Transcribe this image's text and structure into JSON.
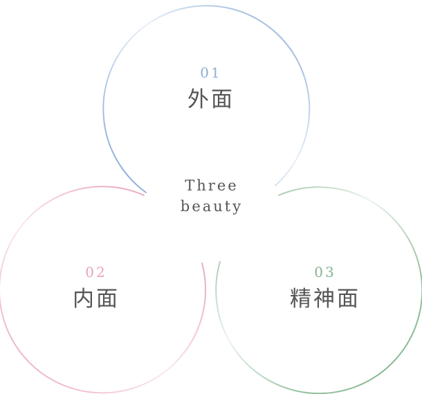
{
  "center": {
    "line1": "Three",
    "line2": "beauty"
  },
  "items": [
    {
      "number": "01",
      "name": "外面",
      "color": "#8aaed6"
    },
    {
      "number": "02",
      "name": "内面",
      "color": "#e8a3b8"
    },
    {
      "number": "03",
      "name": "精神面",
      "color": "#86b38f"
    }
  ]
}
